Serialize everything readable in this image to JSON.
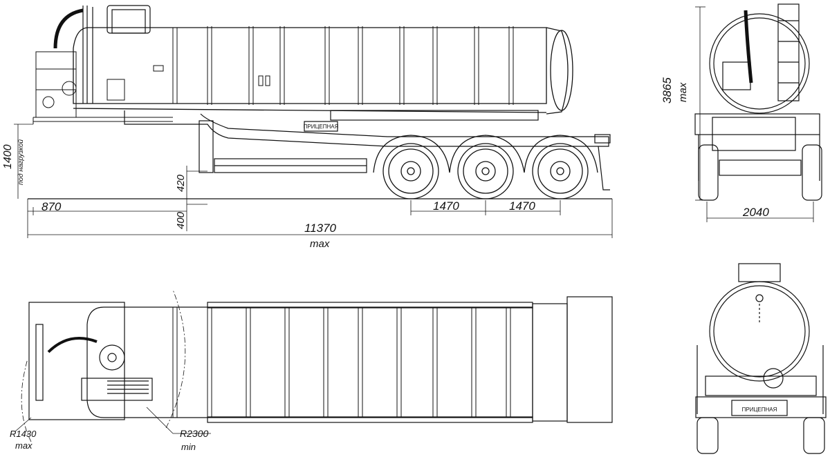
{
  "side_view": {
    "dims": {
      "height_under_load": "1400",
      "under_load_note": "под нагрузкой",
      "front_overhang": "870",
      "coupling_height": "420",
      "ground_clearance": "400",
      "axle_spacing_1": "1470",
      "axle_spacing_2": "1470",
      "total_length": "11370",
      "total_length_note": "max"
    },
    "brand_plate": "ПРИЦЕПНАЯ"
  },
  "rear_view": {
    "dims": {
      "height": "3865",
      "height_note": "max",
      "width": "2040"
    }
  },
  "top_view": {
    "dims": {
      "front_radius": "R1430",
      "front_radius_note": "max",
      "turn_radius": "R2300",
      "turn_radius_note": "min"
    }
  },
  "front_view": {
    "plate": "ПРИЦЕПНАЯ"
  },
  "colors": {
    "line": "#111111",
    "background": "#ffffff"
  }
}
